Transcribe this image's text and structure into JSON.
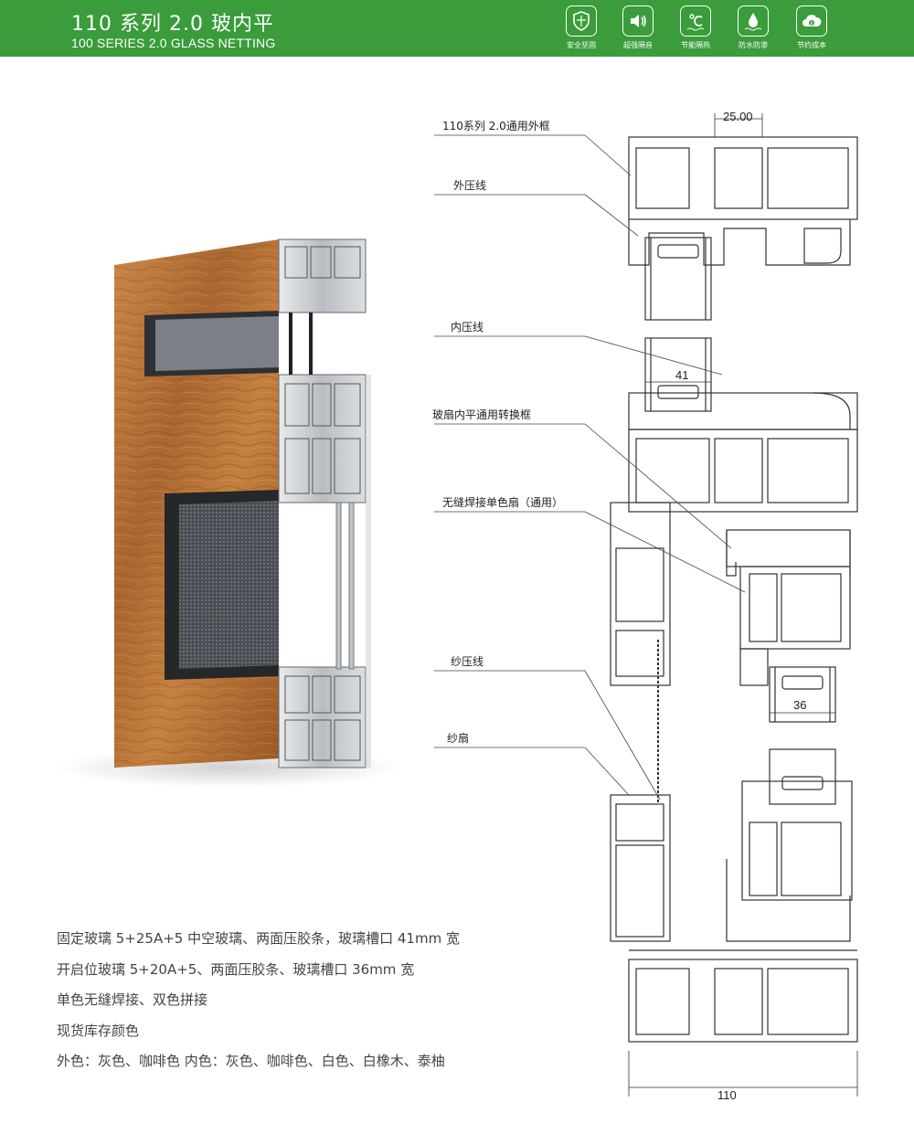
{
  "header": {
    "title_cn": "110 系列 2.0 玻内平",
    "title_en": "100 SERIES 2.0 GLASS NETTING",
    "features": [
      {
        "icon": "shield-icon",
        "label": "安全坚固"
      },
      {
        "icon": "speaker-icon",
        "label": "超强隔音"
      },
      {
        "icon": "thermometer-celsius-icon",
        "label": "节能隔热"
      },
      {
        "icon": "water-drop-icon",
        "label": "防水防渗"
      },
      {
        "icon": "cloud-coin-icon",
        "label": "节约成本"
      }
    ]
  },
  "callouts": {
    "outer_frame": "110系列 2.0通用外框",
    "outer_bead": "外压线",
    "inner_bead": "内压线",
    "converter_frame": "玻扇内平通用转换框",
    "sash": "无缝焊接单色扇（通用）",
    "screen_bead": "纱压线",
    "screen_sash": "纱扇"
  },
  "dimensions": {
    "d1": "25.00",
    "d2": "41",
    "d3": "36",
    "d4": "110"
  },
  "specs": [
    "固定玻璃 5+25A+5 中空玻璃、两面压胶条，玻璃槽口 41mm 宽",
    "开启位玻璃 5+20A+5、两面压胶条、玻璃槽口 36mm 宽",
    "单色无缝焊接、双色拼接",
    "现货库存颜色",
    "外色：灰色、咖啡色   内色：灰色、咖啡色、白色、白橡木、泰柚"
  ],
  "colors": {
    "header_green": "#3a9c3a",
    "wood": "#b8743a",
    "aluminum": "#c9ccd0"
  }
}
